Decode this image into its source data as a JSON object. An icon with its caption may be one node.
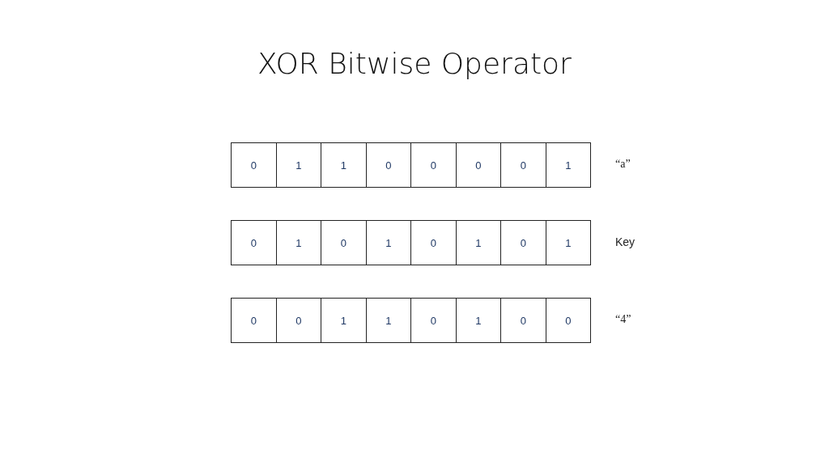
{
  "diagram": {
    "title": "XOR Bitwise Operator",
    "nodes": [
      {
        "text": [
          "0"
        ]
      },
      {
        "text": [
          "1"
        ]
      },
      {
        "text": [
          "1"
        ]
      },
      {
        "text": [
          "0"
        ]
      },
      {
        "text": [
          "0"
        ]
      },
      {
        "text": [
          "0"
        ]
      },
      {
        "text": [
          "0"
        ]
      },
      {
        "text": [
          "1"
        ]
      },
      {
        "text": [
          "0"
        ]
      },
      {
        "text": [
          "1"
        ]
      },
      {
        "text": [
          "0"
        ]
      },
      {
        "text": [
          "1"
        ]
      },
      {
        "text": [
          "0"
        ]
      },
      {
        "text": [
          "1"
        ]
      },
      {
        "text": [
          "0"
        ]
      },
      {
        "text": [
          "1"
        ]
      },
      {
        "text": [
          "0"
        ]
      },
      {
        "text": [
          "0"
        ]
      },
      {
        "text": [
          "1"
        ]
      },
      {
        "text": [
          "1"
        ]
      },
      {
        "text": [
          "0"
        ]
      },
      {
        "text": [
          "1"
        ]
      },
      {
        "text": [
          "0"
        ]
      },
      {
        "text": [
          "0"
        ]
      }
    ],
    "labels": [
      "“a”",
      "Key",
      "“4”"
    ]
  }
}
